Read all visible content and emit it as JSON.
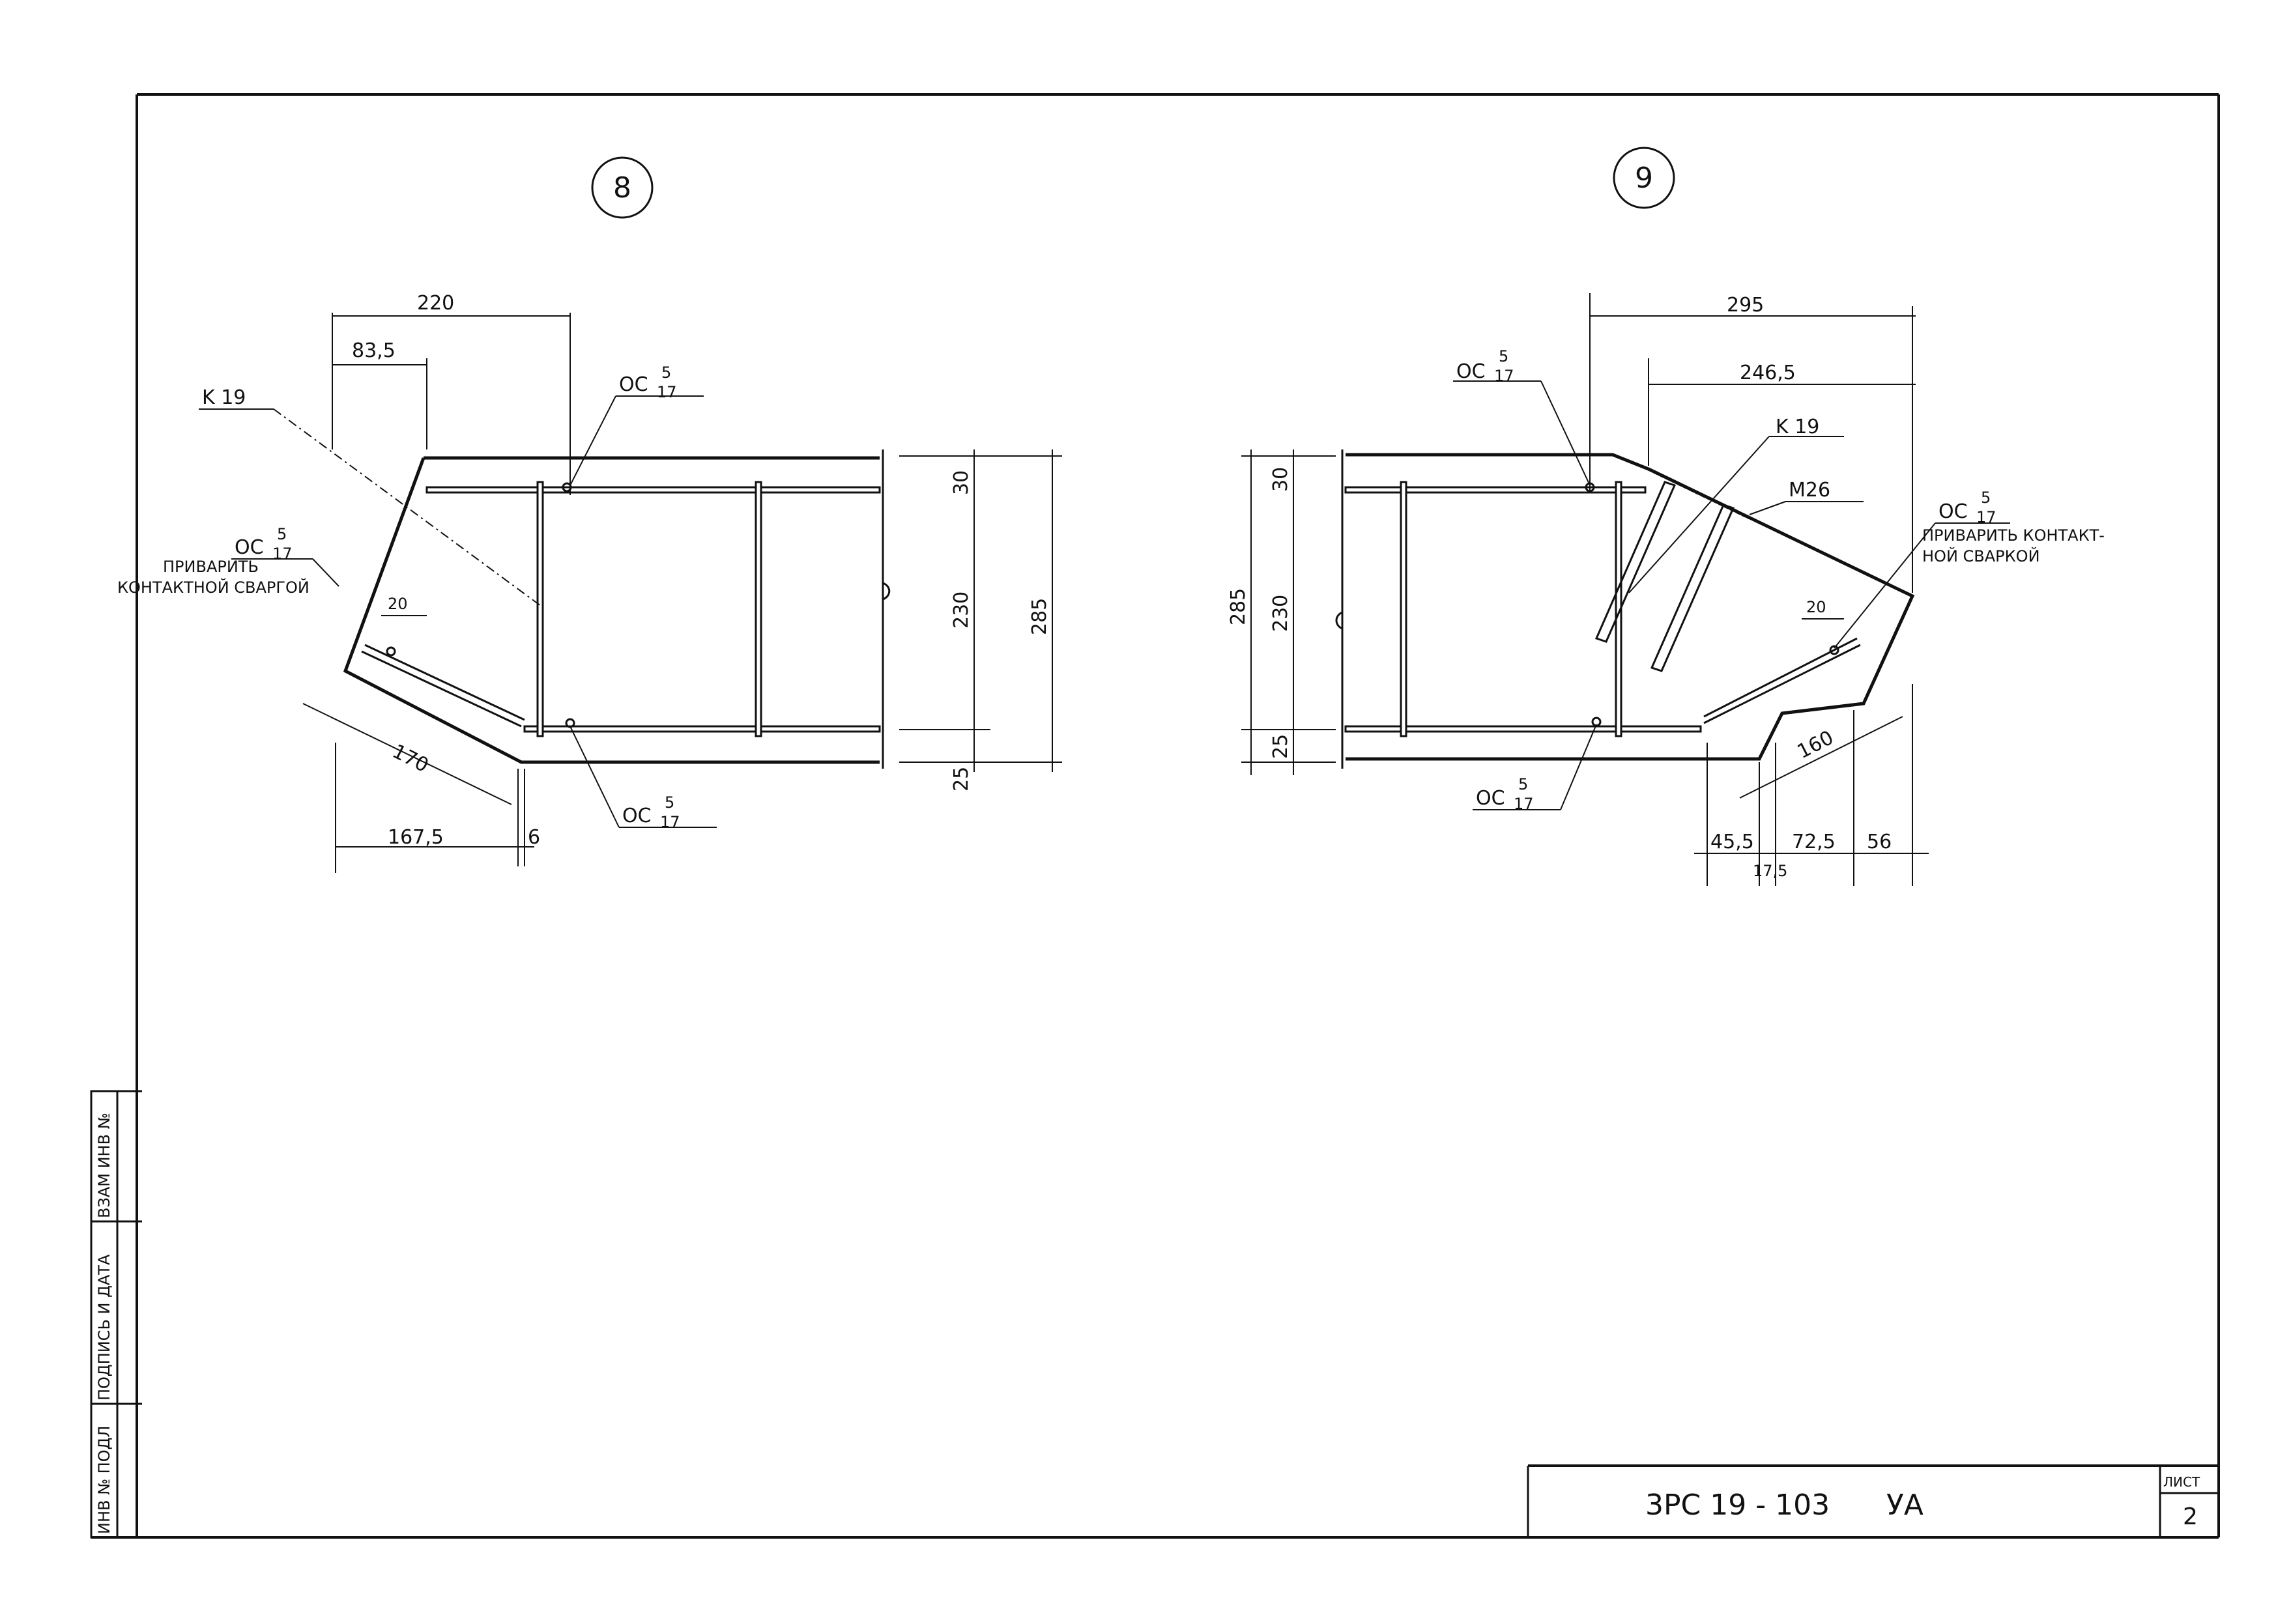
{
  "fig8": {
    "mark": "8",
    "dims": {
      "d220": "220",
      "d83": "83,5",
      "d30": "30",
      "d230": "230",
      "d285": "285",
      "d25": "25",
      "d170": "170",
      "d167": "167,5",
      "d6": "6",
      "d20": "20"
    },
    "labels": {
      "k19": "K 19",
      "oc_top": "OC",
      "oc_top_num": "5",
      "oc_top_den": "17",
      "oc_left": "OC",
      "oc_left_num": "5",
      "oc_left_den": "17",
      "weld_1": "ПРИВАРИТЬ",
      "weld_2": "КОНТАКТНОЙ СВАРГОЙ",
      "oc_bot": "OC",
      "oc_bot_num": "5",
      "oc_bot_den": "17"
    }
  },
  "fig9": {
    "mark": "9",
    "dims": {
      "d295": "295",
      "d246": "246,5",
      "d30": "30",
      "d230": "230",
      "d285": "285",
      "d25": "25",
      "d160": "160",
      "d20": "20",
      "d45": "45,5",
      "d72": "72,5",
      "d56": "56",
      "d17": "17,5"
    },
    "labels": {
      "oc_top": "OC",
      "oc_top_num": "5",
      "oc_top_den": "17",
      "k19": "K 19",
      "m26": "M26",
      "oc_right": "OC",
      "oc_right_num": "5",
      "oc_right_den": "17",
      "weld_1": "ПРИВАРИТЬ КОНТАКТ-",
      "weld_2": "НОЙ СВАРКОЙ",
      "oc_bot": "OC",
      "oc_bot_num": "5",
      "oc_bot_den": "17"
    }
  },
  "side_stamp": {
    "inv_orig": "ИНВ № ПОДЛ",
    "sign_date": "ПОДПИСЬ И ДАТА",
    "inv_repl": "ВЗАМ ИНВ №"
  },
  "title_block": {
    "code": "3PC 19 - 103",
    "suffix": "УА",
    "sheet_label": "ЛИСТ",
    "sheet_no": "2"
  }
}
